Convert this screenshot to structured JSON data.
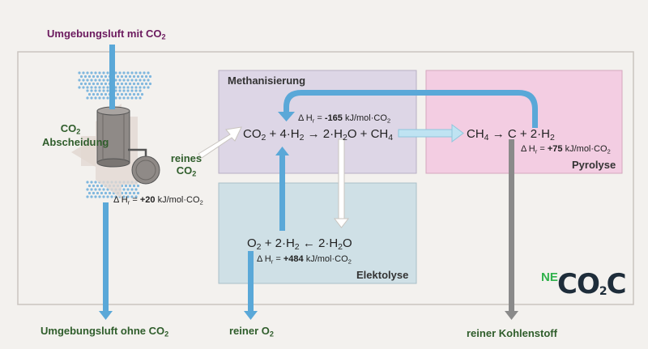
{
  "labels": {
    "intake_air": "Umgebungsluft mit CO",
    "capture_title_1": "CO",
    "capture_title_2": "Abscheidung",
    "pure_co2_1": "reines",
    "pure_co2_2": "CO",
    "capture_dh": "Δ H",
    "capture_dh_value": "+20",
    "capture_dh_unit": "kJ/mol·CO",
    "exhaust_air": "Umgebungsluft ohne CO",
    "pure_o2": "reiner O",
    "pure_carbon": "reiner Kohlenstoff"
  },
  "methanation": {
    "title": "Methanisierung",
    "dh_value": "-165",
    "unit": "kJ/mol·CO",
    "eq_lhs": "CO",
    "eq_mid": "+ 4·H",
    "eq_arrow": "→ 2·H",
    "eq_rhs": "O + CH"
  },
  "pyrolysis": {
    "title": "Pyrolyse",
    "dh_value": "+75",
    "unit": "kJ/mol·CO",
    "eq_lhs": "CH",
    "eq_rhs": "→ C + 2·H"
  },
  "electrolysis": {
    "title": "Elektolyse",
    "dh_value": "+484",
    "unit": "kJ/mol·CO",
    "eq_lhs": "O",
    "eq_mid": "+ 2·H",
    "eq_rhs": "← 2·H",
    "eq_end": "O"
  },
  "logo": {
    "ne": "NE",
    "co": "CO",
    "two": "2",
    "c": "C"
  },
  "colors": {
    "blue": "#5aa8d8",
    "light_blue": "#bfe3f2",
    "gray": "#8a8a8a",
    "methanation_bg": "#ddd6e6",
    "pyrolysis_bg": "#f3cde2",
    "electrolysis_bg": "#cfe0e6",
    "logo_green": "#2fb24b",
    "logo_dark": "#1e2d3a"
  }
}
